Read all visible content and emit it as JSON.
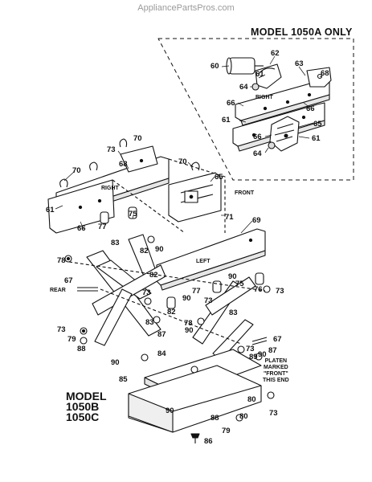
{
  "watermark": "AppliancePartsPros.com",
  "inset_title": "MODEL 1050A ONLY",
  "model_block": {
    "line1": "MODEL",
    "line2": "1050B",
    "line3": "1050C"
  },
  "words": {
    "front": "FRONT",
    "left": "LEFT",
    "right_main": "RIGHT",
    "right_inset": "RIGHT",
    "rear": "REAR"
  },
  "platen_note": {
    "line1": "PLATEN",
    "line2": "MARKED",
    "line3": "\"FRONT\"",
    "line4": "THIS END"
  },
  "callouts": {
    "c60": "60",
    "c61a": "61",
    "c62": "62",
    "c63": "63",
    "c68a": "68",
    "c64a": "64",
    "c66a": "66",
    "c61b": "61",
    "c66b": "66",
    "c65a": "65",
    "c66c": "66",
    "c61c": "61",
    "c64b": "64",
    "c70a": "70",
    "c73a": "73",
    "c68b": "68",
    "c70b": "70",
    "c70c": "70",
    "c65b": "65",
    "c61d": "61",
    "c66d": "66",
    "c77a": "77",
    "c75a": "75",
    "c71": "71",
    "c69": "69",
    "c83a": "83",
    "c90a": "90",
    "c82a": "82",
    "c78a": "78",
    "c82b": "82",
    "c67a": "67",
    "c73b": "73",
    "c90b": "90",
    "c75b": "75",
    "c76": "76",
    "c73c": "73",
    "c77b": "77",
    "c90c": "90",
    "c82c": "82",
    "c73d": "73",
    "c83b": "83",
    "c78b": "78",
    "c90d": "90",
    "c73e": "73",
    "c79a": "79",
    "c88a": "88",
    "c83c": "83",
    "c87a": "87",
    "c73f": "73",
    "c67b": "67",
    "c84": "84",
    "c89": "89",
    "c90e": "90",
    "c87b": "87",
    "c90f": "90",
    "c85": "85",
    "c90g": "90",
    "c88b": "88",
    "c80a": "80",
    "c80b": "80",
    "c73g": "73",
    "c79b": "79",
    "c86": "86"
  }
}
